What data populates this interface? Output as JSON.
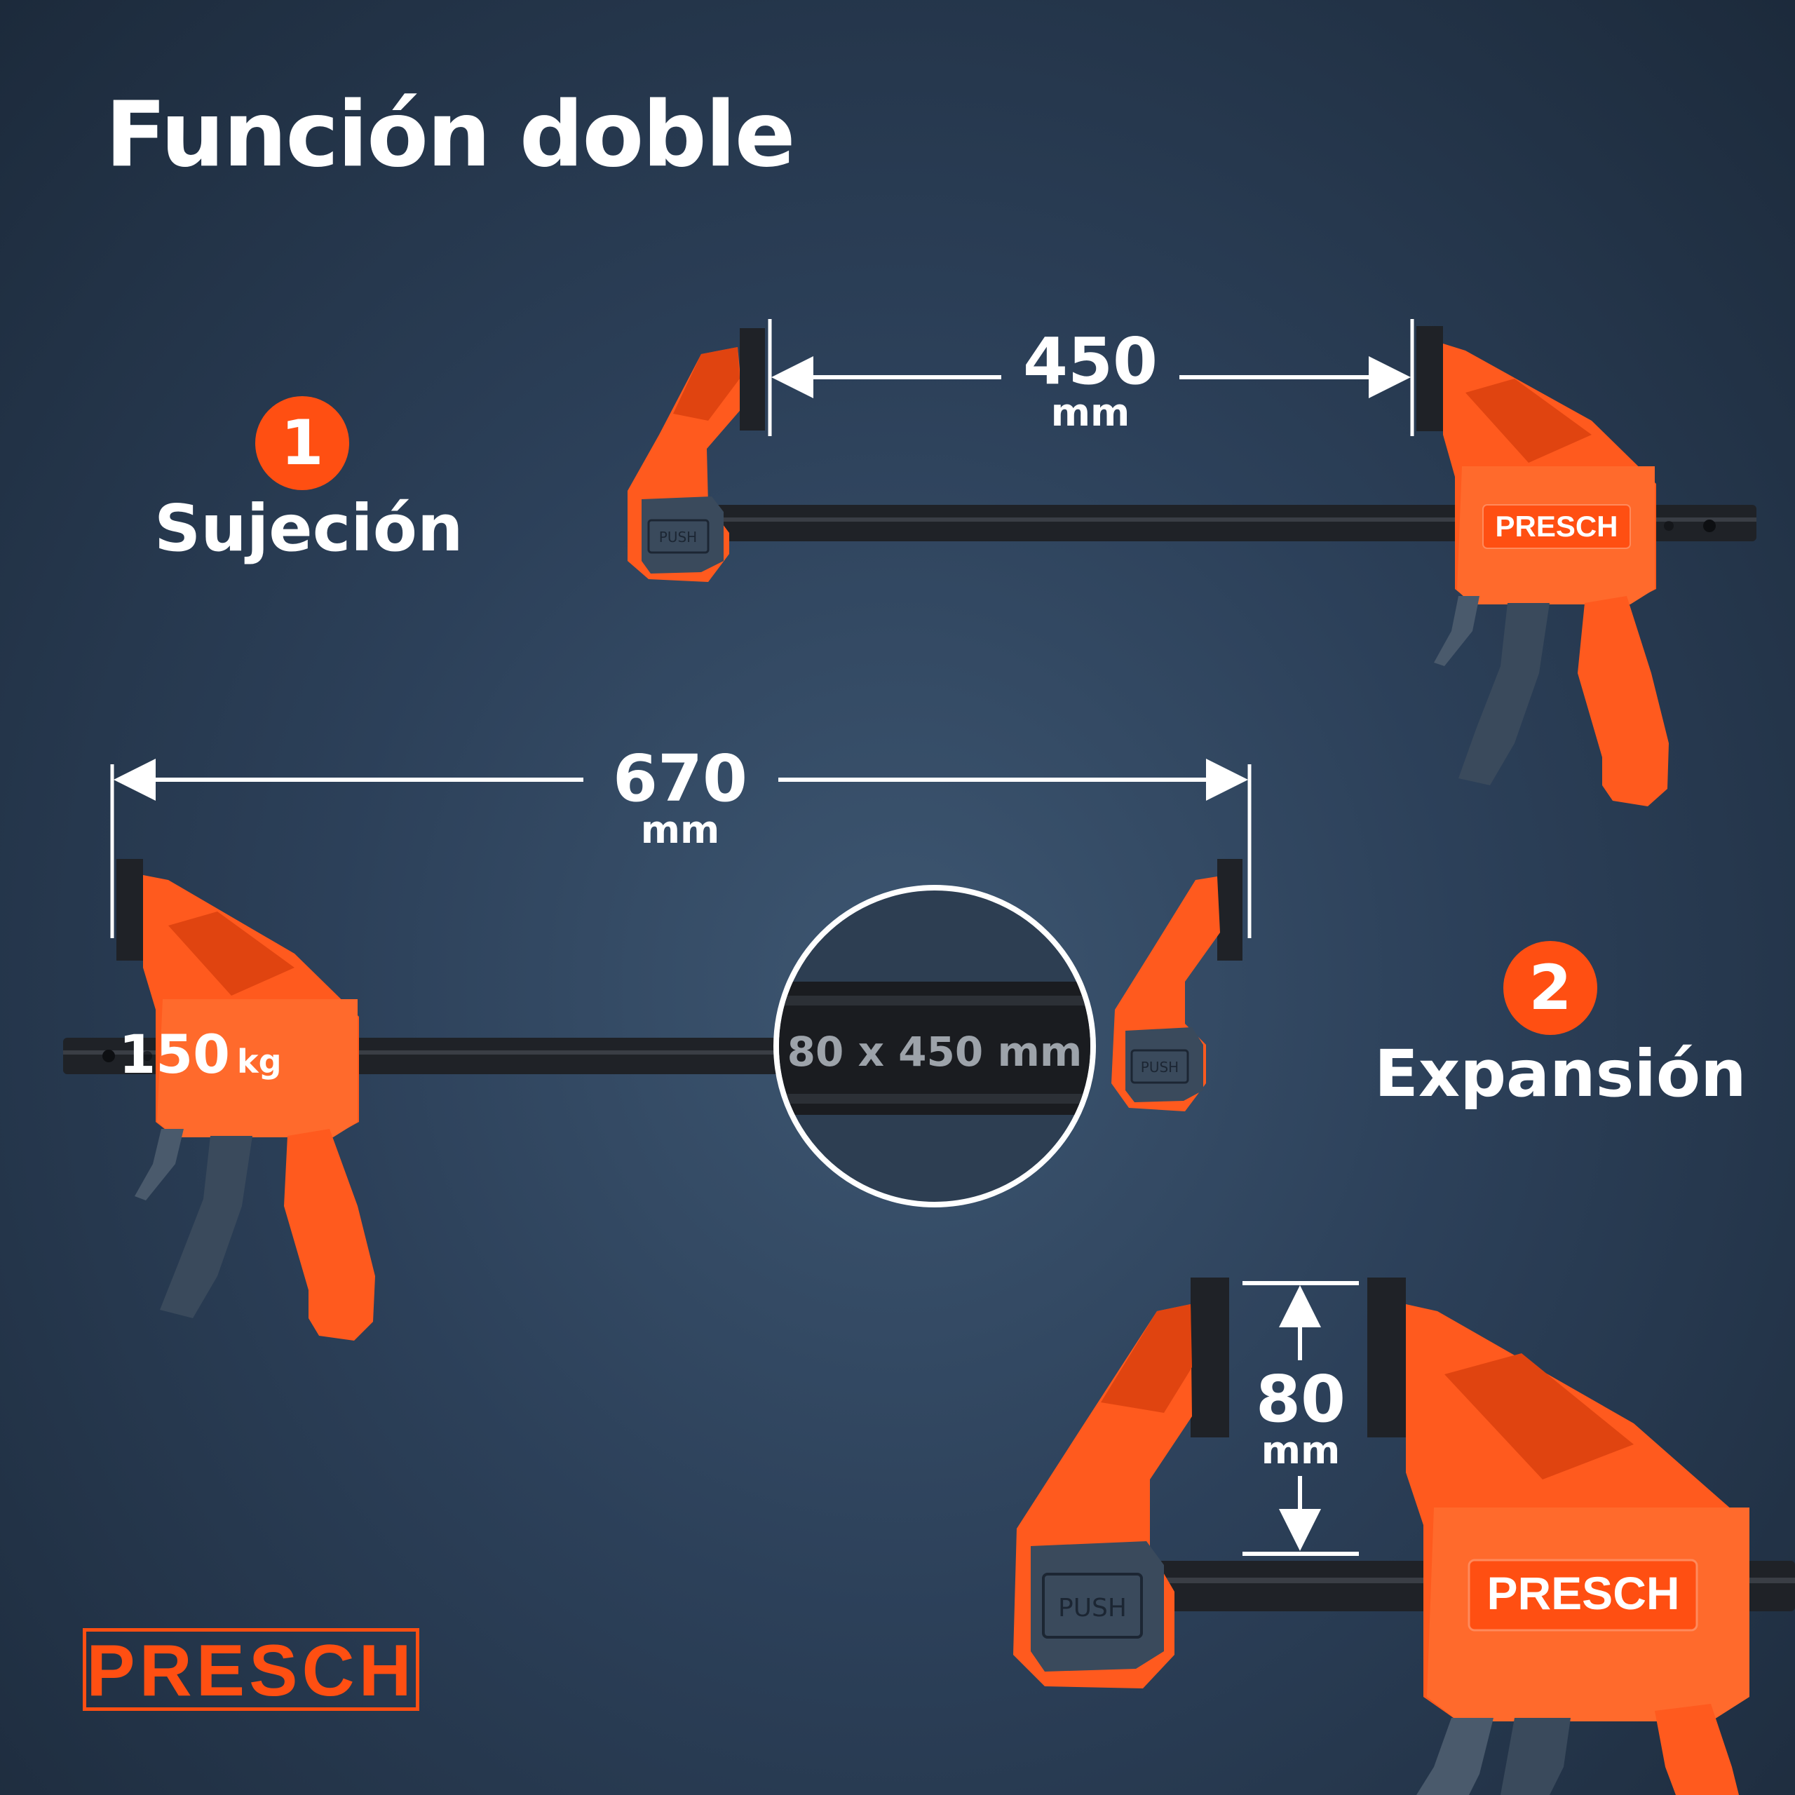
{
  "title": "Función doble",
  "features": [
    {
      "number": "1",
      "label": "Sujeción"
    },
    {
      "number": "2",
      "label": "Expansión"
    }
  ],
  "dimensions": {
    "clamp_opening": {
      "value": "450",
      "unit": "mm"
    },
    "spread_opening": {
      "value": "670",
      "unit": "mm"
    },
    "jaw_depth": {
      "value": "80",
      "unit": "mm"
    },
    "bar_size": "80 x 450 mm"
  },
  "force": {
    "value": "150",
    "unit": "kg"
  },
  "product": {
    "brand": "PRESCH",
    "button_label": "PUSH"
  },
  "logo": "PRESCH",
  "colors": {
    "accent": "#ff4f12",
    "background": "#2c4059",
    "bar": "#1f2227",
    "pad": "#3a4a5c",
    "text": "#ffffff"
  }
}
